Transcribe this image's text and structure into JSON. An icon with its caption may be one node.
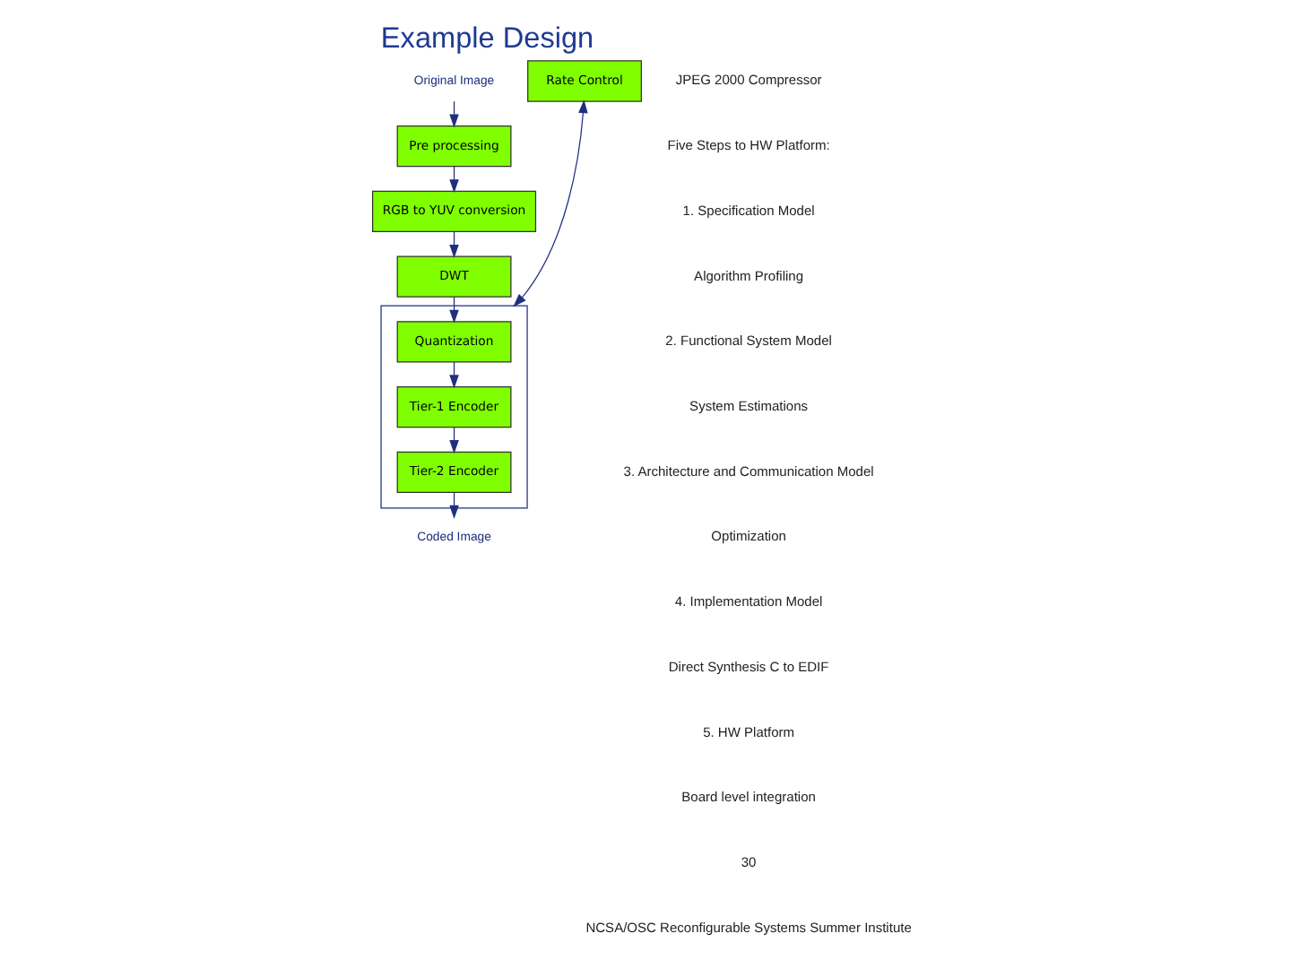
{
  "diagram": {
    "title": "Example Design",
    "nodes": [
      {
        "text": [
          "Original Image"
        ]
      },
      {
        "text": [
          "Pre processing"
        ]
      },
      {
        "text": [
          "RGB to YUV conversion"
        ]
      },
      {
        "text": [
          "DWT"
        ]
      },
      {
        "text": [],
        "shape": "box"
      },
      {
        "text": [
          "Quantization"
        ],
        "in": 4
      },
      {
        "text": [
          "Tier-1 Encoder"
        ],
        "in": 4
      },
      {
        "text": [
          "Tier-2 Encoder"
        ],
        "in": 4
      },
      {
        "text": [
          "Rate Control"
        ]
      },
      {
        "text": [
          "Coded Image"
        ]
      }
    ],
    "edges": [
      {
        "from": 0,
        "to": 1,
        "arrow": "to"
      },
      {
        "from": 1,
        "to": 2,
        "arrow": "to"
      },
      {
        "from": 2,
        "to": 3,
        "arrow": "to"
      },
      {
        "from": 3,
        "to": 5,
        "arrow": "to"
      },
      {
        "from": 8,
        "to": 4,
        "arrow": "both"
      },
      {
        "from": 5,
        "to": 6,
        "arrow": "to"
      },
      {
        "from": 6,
        "to": 7,
        "arrow": "to"
      },
      {
        "from": 7,
        "to": 9,
        "arrow": "to"
      }
    ],
    "labels": [
      "JPEG 2000 Compressor",
      "Five Steps to HW Platform:",
      "1. Specification Model",
      "Algorithm Profiling",
      "2. Functional System Model",
      "System Estimations",
      "3. Architecture and Communication Model",
      "Optimization",
      "4. Implementation Model",
      "Direct Synthesis C to EDIF",
      "5. HW Platform",
      "Board level integration",
      "30",
      "NCSA/OSC Reconfigurable Systems Summer Institute"
    ]
  }
}
